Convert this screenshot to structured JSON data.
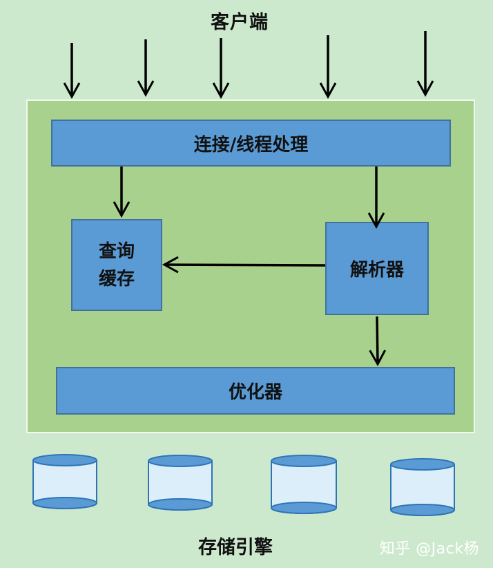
{
  "clients_label": "客户端",
  "connection_box": "连接/线程处理",
  "query_cache_box": {
    "line1": "查询",
    "line2": "缓存"
  },
  "parser_box": "解析器",
  "optimizer_box": "优化器",
  "storage_engines_label": "存储引擎",
  "watermark": "知乎 @Jack杨",
  "colors": {
    "background": "#cde9cd",
    "server_area": "#a9d18e",
    "box_fill": "#5b9bd5",
    "box_border": "#41719c",
    "arrow": "#000000"
  },
  "icons": [
    "arrow-icon",
    "database-cylinder-icon"
  ]
}
